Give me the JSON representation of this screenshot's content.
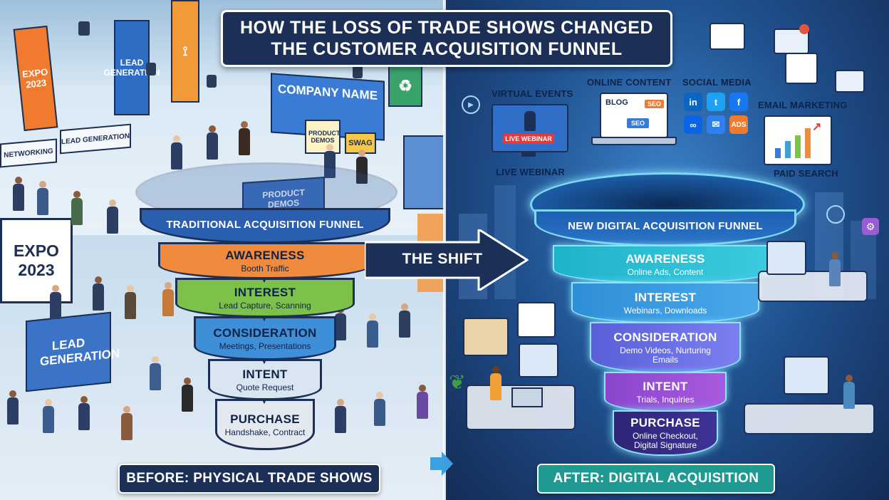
{
  "title": {
    "line1": "HOW THE LOSS OF TRADE SHOWS CHANGED",
    "line2": "THE CUSTOMER ACQUISITION FUNNEL"
  },
  "shift_label": "THE SHIFT",
  "left": {
    "banners": {
      "expo_top": "EXPO 2023",
      "lead_generation_top": "LEAD GENERATION",
      "expo_side": "EXPO 2023",
      "lead_generation_booth": "LEAD GENERATION",
      "networking": "NETWORKING",
      "lead_generation_sign": "LEAD GENERATION"
    },
    "booth": {
      "company_name": "COMPANY NAME",
      "product_demos_sign": "PRODUCT DEMOS",
      "swag": "SWAG",
      "product_demos_counter": "PRODUCT DEMOS"
    },
    "funnel_title": "TRADITIONAL ACQUISITION FUNNEL",
    "stages": [
      {
        "name": "AWARENESS",
        "detail": "Booth Traffic"
      },
      {
        "name": "INTEREST",
        "detail": "Lead Capture, Scanning"
      },
      {
        "name": "CONSIDERATION",
        "detail": "Meetings, Presentations"
      },
      {
        "name": "INTENT",
        "detail": "Quote Request"
      },
      {
        "name": "PURCHASE",
        "detail": "Handshake, Contract"
      }
    ],
    "footer": "BEFORE: PHYSICAL TRADE SHOWS"
  },
  "right": {
    "channels": {
      "virtual_events": "VIRTUAL EVENTS",
      "live_webinar_screen": "LIVE WEBINAR",
      "live_webinar": "LIVE WEBINAR",
      "online_content": "ONLINE CONTENT",
      "blog": "BLOG",
      "seo_a": "SEO",
      "seo_b": "SEO",
      "social_media": "SOCIAL MEDIA",
      "ads": "ADS",
      "email_marketing": "EMAIL MARKETING",
      "paid_search": "PAID SEARCH"
    },
    "funnel_title": "NEW DIGITAL ACQUISITION FUNNEL",
    "stages": [
      {
        "name": "AWARENESS",
        "detail": "Online Ads, Content"
      },
      {
        "name": "INTEREST",
        "detail": "Webinars, Downloads"
      },
      {
        "name": "CONSIDERATION",
        "detail": "Demo Videos, Nurturing Emails"
      },
      {
        "name": "INTENT",
        "detail": "Trials, Inquiries"
      },
      {
        "name": "PURCHASE",
        "detail": "Online Checkout, Digital Signature"
      }
    ],
    "footer": "AFTER: DIGITAL ACQUISITION"
  },
  "colors": {
    "navy": "#1b2f57",
    "left_awareness": "#f08a3c",
    "left_interest": "#7cc24a",
    "left_consideration": "#3f8fd8",
    "left_intent": "#d9e6f2",
    "left_purchase": "#e4e9ef",
    "right_awareness": "#1fb3c9",
    "right_interest": "#3aa0e0",
    "right_consideration": "#6a6ee0",
    "right_intent": "#9b4fd6",
    "right_purchase": "#3a2a8a",
    "footer_left": "#1b2f57",
    "footer_right": "#1f9a93"
  }
}
